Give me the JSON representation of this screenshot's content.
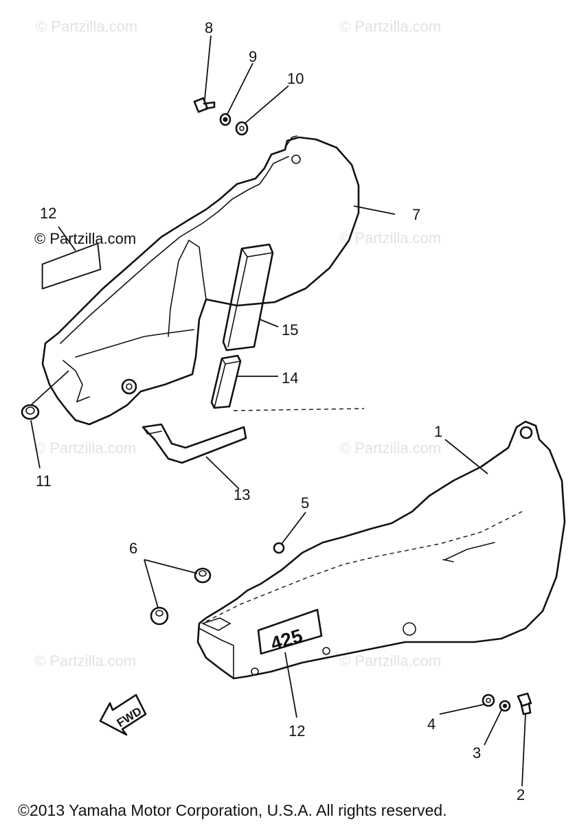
{
  "diagram": {
    "watermark_text": "© Partzilla.com",
    "copyright": "©2013 Yamaha Motor Corporation, U.S.A. All rights reserved.",
    "fwd_label": "FWD",
    "emblem_text": "425",
    "callouts": [
      {
        "id": "1",
        "text": "1"
      },
      {
        "id": "2",
        "text": "2"
      },
      {
        "id": "3",
        "text": "3"
      },
      {
        "id": "4",
        "text": "4"
      },
      {
        "id": "5",
        "text": "5"
      },
      {
        "id": "6",
        "text": "6"
      },
      {
        "id": "7",
        "text": "7"
      },
      {
        "id": "8",
        "text": "8"
      },
      {
        "id": "9",
        "text": "9"
      },
      {
        "id": "10",
        "text": "10"
      },
      {
        "id": "11",
        "text": "11"
      },
      {
        "id": "12a",
        "text": "12"
      },
      {
        "id": "12b",
        "text": "12"
      },
      {
        "id": "13",
        "text": "13"
      },
      {
        "id": "14",
        "text": "14"
      },
      {
        "id": "15",
        "text": "15"
      }
    ]
  }
}
